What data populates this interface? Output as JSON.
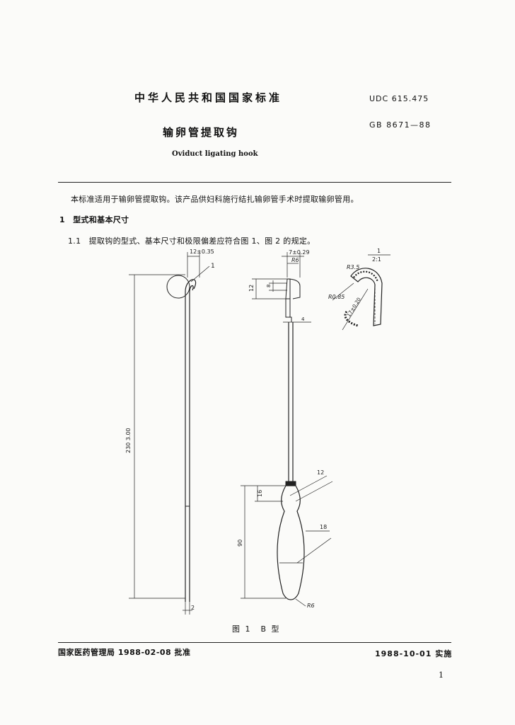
{
  "header": {
    "standard_title": "中华人民共和国国家标准",
    "udc": "UDC 615.475",
    "gb_number": "GB 8671—88",
    "title_cn": "输卵管提取钩",
    "title_en": "Oviduct ligating hook"
  },
  "body": {
    "intro": "本标准适用于输卵管提取钩。该产品供妇科施行结扎输卵管手术时提取输卵管用。",
    "section_1": "1　型式和基本尺寸",
    "section_1_1": "1.1　提取钩的型式、基本尺寸和极限偏差应符合图 1、图 2 的规定。"
  },
  "figure": {
    "dimensions": {
      "hook_width": "12±0.35",
      "callout_1": "1",
      "total_length": "230 3.00",
      "shaft_width": "2",
      "top_width": "7±0.29",
      "radius_6_top": "R6",
      "dim_12": "12",
      "dim_8": "8",
      "dim_4": "4",
      "handle_12": "12",
      "handle_16": "16",
      "handle_18": "18",
      "handle_90": "90",
      "radius_6_bottom": "R6"
    },
    "detail": {
      "label": "1",
      "scale": "2:1",
      "r35": "R3.5",
      "r085": "R0.85",
      "angle": "17±0.20"
    },
    "caption": "图 1　B 型"
  },
  "footer": {
    "approval": "国家医药管理局 1988-02-08 批准",
    "effective": "1988-10-01 实施",
    "page_number": "1"
  }
}
